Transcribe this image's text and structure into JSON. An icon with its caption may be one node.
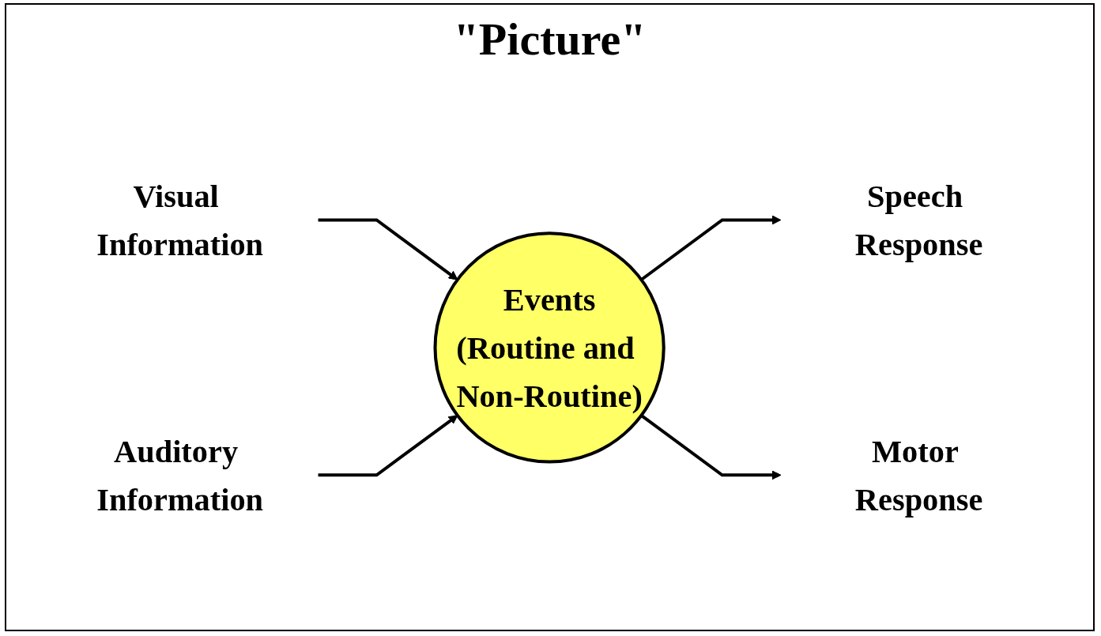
{
  "diagram": {
    "title": "\"Picture\"",
    "nodes": [
      {
        "text": [
          "Visual Information"
        ]
      },
      {
        "text": [
          "Auditory Information"
        ]
      },
      {
        "text": [
          "Events",
          "(Routine and Non-Routine)"
        ]
      },
      {
        "text": [
          "Speech Response"
        ]
      },
      {
        "text": [
          "Motor Response"
        ]
      }
    ],
    "edges": [
      {
        "from": 0,
        "to": 2,
        "arrow": "to"
      },
      {
        "from": 1,
        "to": 2,
        "arrow": "to"
      },
      {
        "from": 2,
        "to": 3,
        "arrow": "to"
      },
      {
        "from": 2,
        "to": 4,
        "arrow": "to"
      }
    ]
  }
}
